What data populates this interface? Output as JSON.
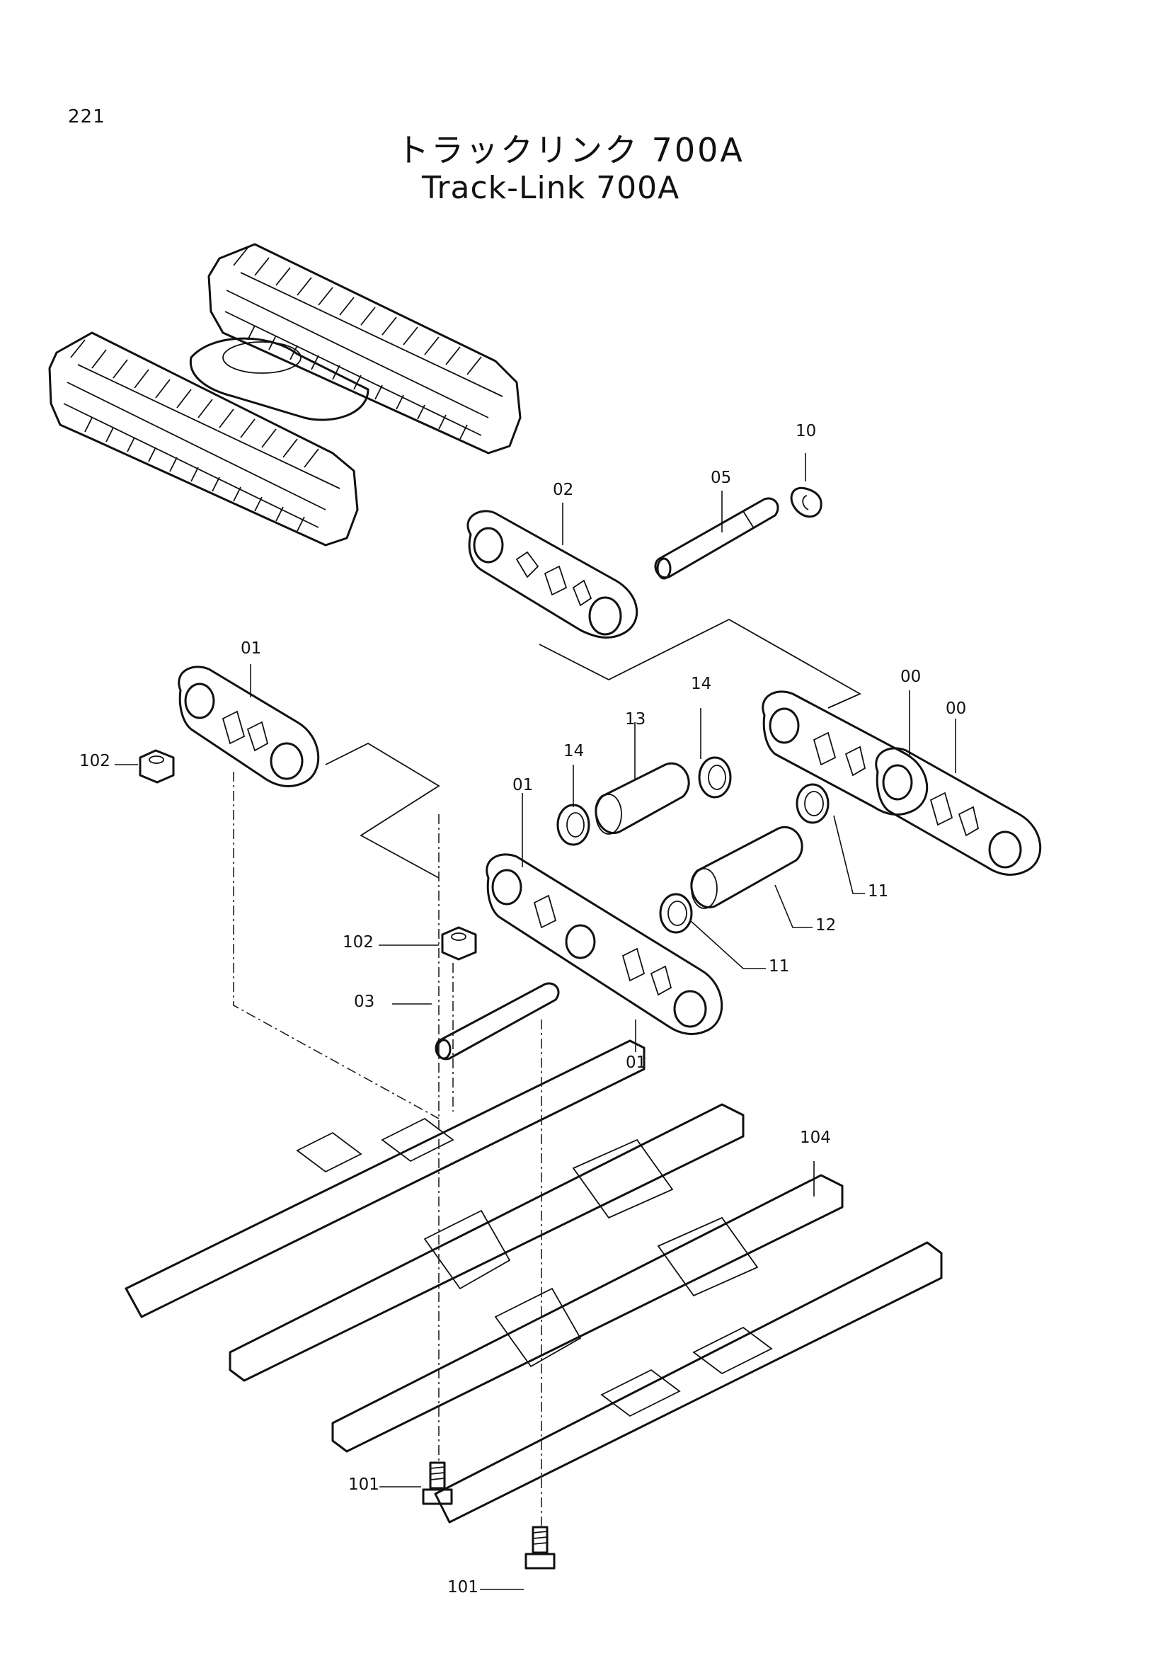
{
  "page_number": "221",
  "title_jp": "トラックリンク 700A",
  "title_en": "Track-Link 700A",
  "callouts": [
    {
      "id": "c-10",
      "text": "10"
    },
    {
      "id": "c-05",
      "text": "05"
    },
    {
      "id": "c-02",
      "text": "02"
    },
    {
      "id": "c-01a",
      "text": "01"
    },
    {
      "id": "c-102a",
      "text": "102"
    },
    {
      "id": "c-00a",
      "text": "00"
    },
    {
      "id": "c-00b",
      "text": "00"
    },
    {
      "id": "c-14a",
      "text": "14"
    },
    {
      "id": "c-13",
      "text": "13"
    },
    {
      "id": "c-14b",
      "text": "14"
    },
    {
      "id": "c-01b",
      "text": "01"
    },
    {
      "id": "c-11a",
      "text": "11"
    },
    {
      "id": "c-12",
      "text": "12"
    },
    {
      "id": "c-102b",
      "text": "102"
    },
    {
      "id": "c-11b",
      "text": "11"
    },
    {
      "id": "c-03",
      "text": "03"
    },
    {
      "id": "c-01c",
      "text": "01"
    },
    {
      "id": "c-104",
      "text": "104"
    },
    {
      "id": "c-101a",
      "text": "101"
    },
    {
      "id": "c-101b",
      "text": "101"
    }
  ]
}
